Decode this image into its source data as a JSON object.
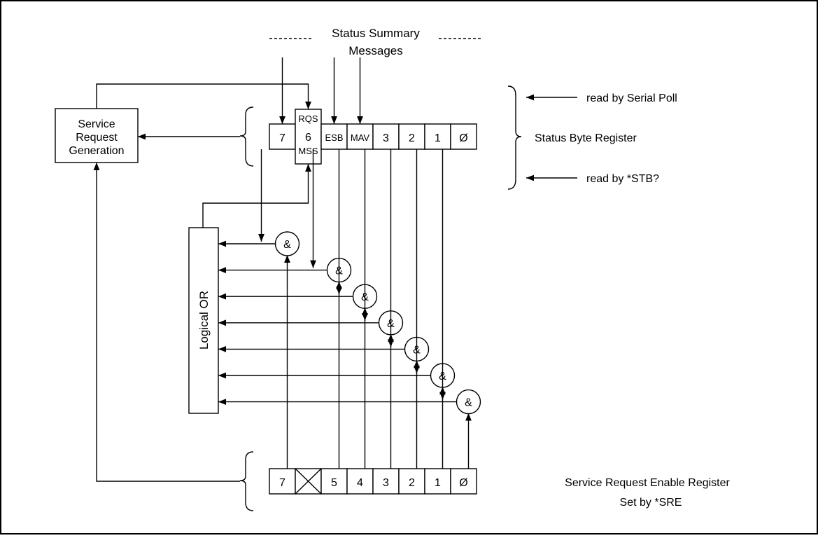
{
  "status_summary": {
    "line1": "Status Summary",
    "line2": "Messages"
  },
  "service_request_generation": {
    "line1": "Service",
    "line2": "Request",
    "line3": "Generation"
  },
  "logical_or": "Logical OR",
  "and_symbol": "&",
  "status_byte_register": {
    "label": "Status Byte Register",
    "read_by_serial_poll": "read by Serial Poll",
    "read_by_stb": "read by *STB?",
    "cells": [
      {
        "text": "7"
      },
      {
        "top": "RQS",
        "mid": "6",
        "bottom": "MSS"
      },
      {
        "text": "ESB"
      },
      {
        "text": "MAV"
      },
      {
        "text": "3"
      },
      {
        "text": "2"
      },
      {
        "text": "1"
      },
      {
        "text": "Ø"
      }
    ]
  },
  "service_request_enable_register": {
    "label": "Service Request Enable Register",
    "sublabel": "Set by *SRE",
    "cells": [
      {
        "text": "7"
      },
      {
        "text": "",
        "crossed": true
      },
      {
        "text": "5"
      },
      {
        "text": "4"
      },
      {
        "text": "3"
      },
      {
        "text": "2"
      },
      {
        "text": "1"
      },
      {
        "text": "Ø"
      }
    ]
  }
}
